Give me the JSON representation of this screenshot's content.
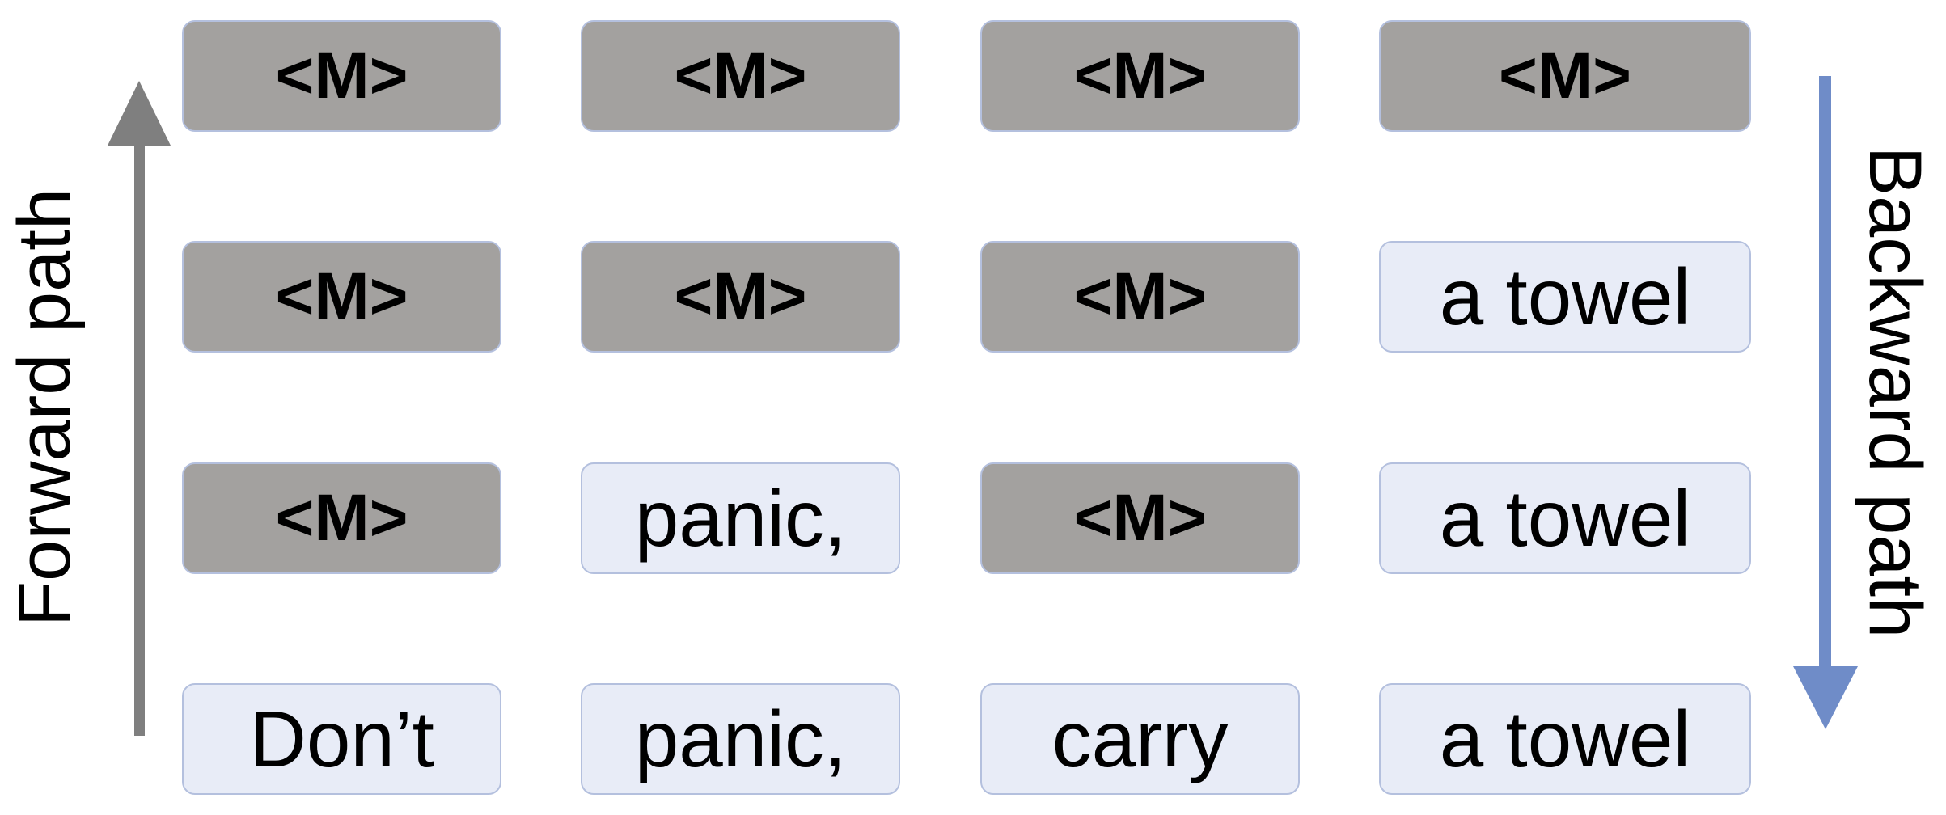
{
  "labels": {
    "forward": "Forward path",
    "backward": "Backward path"
  },
  "colors": {
    "masked_cell": "#a3a19f",
    "visible_cell": "#e8ecf7",
    "cell_border": "#b4c0de",
    "forward_arrow": "#7f7f7f",
    "backward_arrow": "#6f8cc8"
  },
  "rows": [
    {
      "cells": [
        {
          "text": "<M>",
          "masked": true
        },
        {
          "text": "<M>",
          "masked": true
        },
        {
          "text": "<M>",
          "masked": true
        },
        {
          "text": "<M>",
          "masked": true
        }
      ]
    },
    {
      "cells": [
        {
          "text": "<M>",
          "masked": true
        },
        {
          "text": "<M>",
          "masked": true
        },
        {
          "text": "<M>",
          "masked": true
        },
        {
          "text": "a towel",
          "masked": false
        }
      ]
    },
    {
      "cells": [
        {
          "text": "<M>",
          "masked": true
        },
        {
          "text": "panic,",
          "masked": false
        },
        {
          "text": "<M>",
          "masked": true
        },
        {
          "text": "a towel",
          "masked": false
        }
      ]
    },
    {
      "cells": [
        {
          "text": "Don’t",
          "masked": false
        },
        {
          "text": "panic,",
          "masked": false
        },
        {
          "text": "carry",
          "masked": false
        },
        {
          "text": "a towel",
          "masked": false
        }
      ]
    }
  ]
}
